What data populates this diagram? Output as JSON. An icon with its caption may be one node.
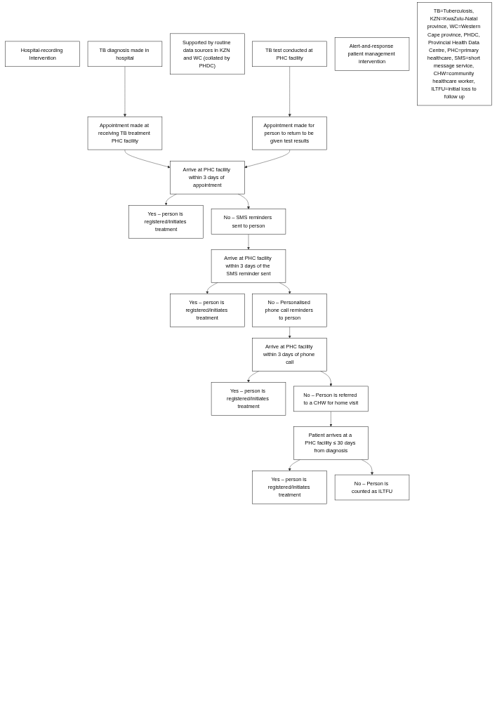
{
  "diagram": {
    "nodes": [
      {
        "text": [
          "Hospital-recording Intervention"
        ]
      },
      {
        "text": [
          "TB diagnosis made in hospital"
        ]
      },
      {
        "text": [
          "Appointment made at receiving TB treatment PHC facility"
        ]
      },
      {
        "text": [
          "Supported by routine data sources in KZN and WC (collated by PHDC)"
        ]
      },
      {
        "text": [
          "TB test conducted at PHC facility"
        ]
      },
      {
        "text": [
          "Appointment made for person to return to be given test results"
        ]
      },
      {
        "text": [
          "Arrive at PHC facility within 3 days of appointment"
        ]
      },
      {
        "text": [
          "Yes – person is registered/initiates treatment"
        ]
      },
      {
        "text": [
          "No – SMS reminders sent to person"
        ]
      },
      {
        "text": [
          "Arrive at PHC facility within 3 days of the SMS reminder sent"
        ]
      },
      {
        "text": [
          "Yes – person is registered/initiates treatment"
        ]
      },
      {
        "text": [
          "No – Personalised phone call reminders to person"
        ]
      },
      {
        "text": [
          "Arrive at PHC facility within 3 days of phone call"
        ]
      },
      {
        "text": [
          "Yes – person is registered/initiates treatment"
        ]
      },
      {
        "text": [
          "No – Person is referred to a CHW for home visit"
        ]
      },
      {
        "text": [
          "Patient arrives at a PHC facility ≤ 30 days from diagnosis"
        ]
      },
      {
        "text": [
          "Yes – person is registered/initiates treatment"
        ]
      },
      {
        "text": [
          "No – Person is counted as ILTFU"
        ]
      },
      {
        "text": [
          "Alert-and-response patient management intervention"
        ]
      },
      {
        "text": [
          "TB=Tuberculosis, KZN=KwaZulu-Natal province, WC=Western Cape province, PHDC, Provincial Health Data Centre, PHC=primary healthcare, SMS=short message service, CHW=community healthcare worker, ILTFU=initial loss to follow up"
        ]
      }
    ],
    "edges": [
      {
        "from": 1,
        "to": 2,
        "arrow": "to"
      },
      {
        "from": 4,
        "to": 5,
        "arrow": "to"
      },
      {
        "from": 2,
        "to": 6,
        "arrow": "to"
      },
      {
        "from": 5,
        "to": 6,
        "arrow": "to"
      },
      {
        "from": 6,
        "to": 7,
        "arrow": "to"
      },
      {
        "from": 6,
        "to": 8,
        "arrow": "to"
      },
      {
        "from": 8,
        "to": 9,
        "arrow": "to"
      },
      {
        "from": 9,
        "to": 10,
        "arrow": "to"
      },
      {
        "from": 9,
        "to": 11,
        "arrow": "to"
      },
      {
        "from": 11,
        "to": 12,
        "arrow": "to"
      },
      {
        "from": 12,
        "to": 13,
        "arrow": "to"
      },
      {
        "from": 12,
        "to": 14,
        "arrow": "to"
      },
      {
        "from": 14,
        "to": 15,
        "arrow": "to"
      },
      {
        "from": 15,
        "to": 16,
        "arrow": "to"
      },
      {
        "from": 15,
        "to": 17,
        "arrow": "to"
      }
    ]
  }
}
